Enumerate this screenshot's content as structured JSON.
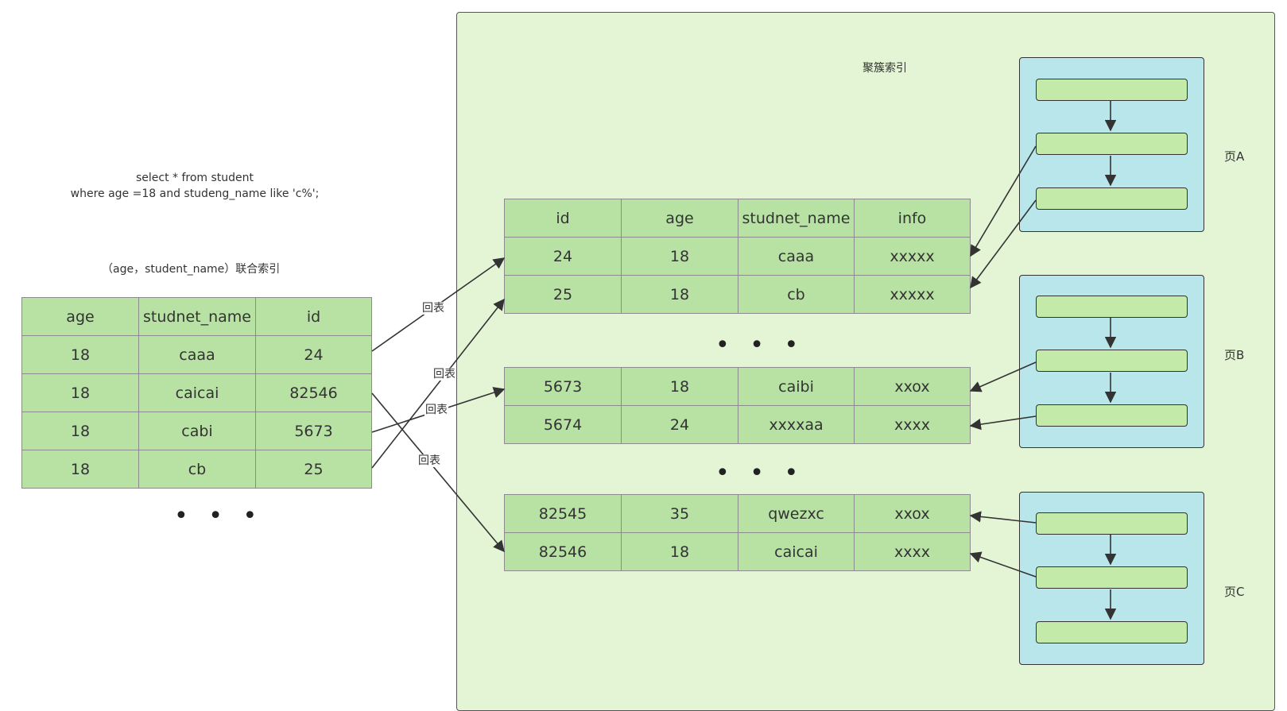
{
  "query": {
    "line1": "select * from student",
    "line2": "where age =18 and studeng_name like 'c%';"
  },
  "index_caption": "（age，student_name）联合索引",
  "index_table": {
    "headers": [
      "age",
      "studnet_name",
      "id"
    ],
    "rows": [
      [
        "18",
        "caaa",
        "24"
      ],
      [
        "18",
        "caicai",
        "82546"
      ],
      [
        "18",
        "cabi",
        "5673"
      ],
      [
        "18",
        "cb",
        "25"
      ]
    ],
    "more": "• • •"
  },
  "clustered": {
    "title": "聚簇索引",
    "headers": [
      "id",
      "age",
      "studnet_name",
      "info"
    ],
    "group_a": [
      [
        "24",
        "18",
        "caaa",
        "xxxxx"
      ],
      [
        "25",
        "18",
        "cb",
        "xxxxx"
      ]
    ],
    "ellipsis_1": "• • •",
    "group_b": [
      [
        "5673",
        "18",
        "caibi",
        "xxox"
      ],
      [
        "5674",
        "24",
        "xxxxaa",
        "xxxx"
      ]
    ],
    "ellipsis_2": "• • •",
    "group_c": [
      [
        "82545",
        "35",
        "qwezxc",
        "xxox"
      ],
      [
        "82546",
        "18",
        "caicai",
        "xxxx"
      ]
    ]
  },
  "pages": {
    "a": "页A",
    "b": "页B",
    "c": "页C"
  },
  "lookup_label": "回表",
  "colors": {
    "cell_fill": "#b7e2a3",
    "cluster_bg": "#e4f5d6",
    "page_fill": "#b8e6ea",
    "record_fill": "#c3eaa9",
    "line": "#333333"
  }
}
